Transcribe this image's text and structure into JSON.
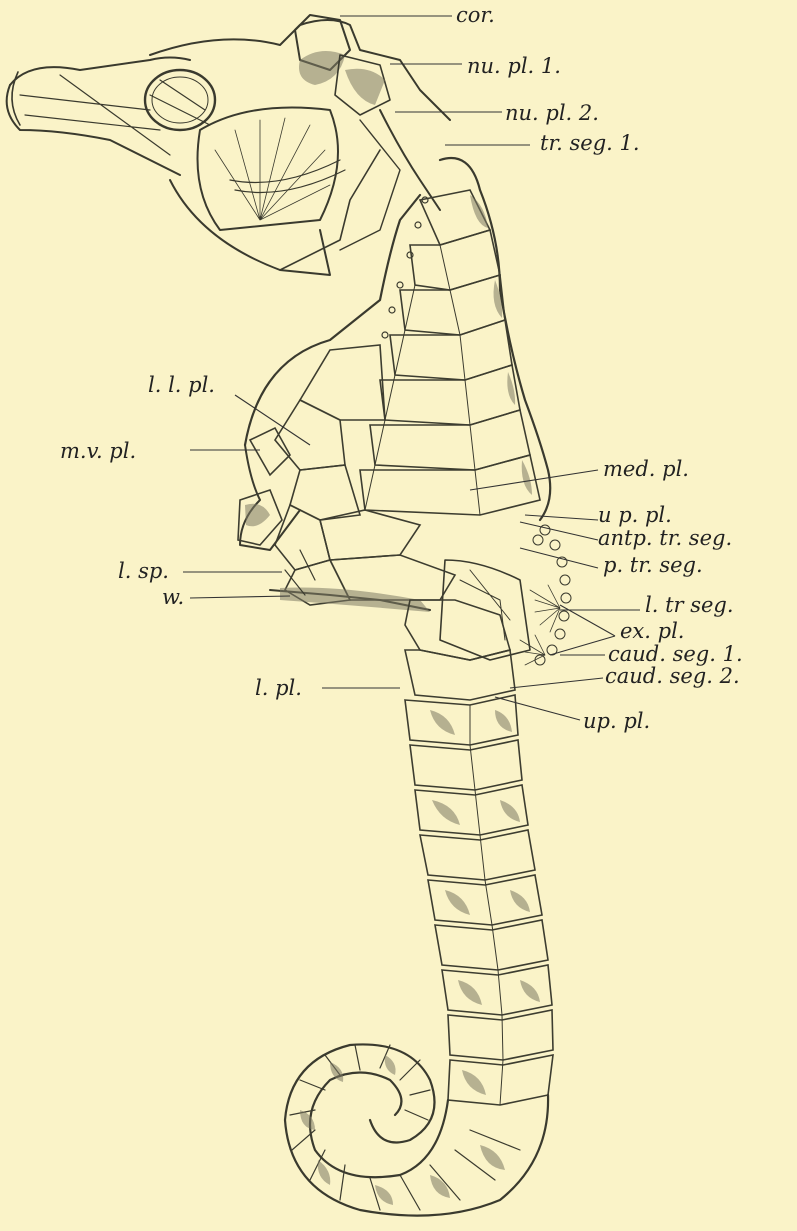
{
  "figure": {
    "labels": {
      "cor": "cor.",
      "nu_pl_1": "nu. pl. 1.",
      "nu_pl_2": "nu. pl. 2.",
      "tr_seg_1": "tr. seg. 1.",
      "l_l_pl": "l. l. pl.",
      "m_v_pl": "m.v. pl.",
      "med_pl": "med. pl.",
      "up_pl_trunk": "u p. pl.",
      "antp_tr_seg": "antp. tr. seg.",
      "p_tr_seg": "p. tr. seg.",
      "l_sp": "l. sp.",
      "w": "w.",
      "l_tr_seg": "l. tr seg.",
      "ex_pl": "ex. pl.",
      "caud_seg_1": "caud. seg. 1.",
      "caud_seg_2": "caud. seg. 2.",
      "l_pl": "l. pl.",
      "up_pl_tail": "up. pl."
    },
    "colors": {
      "background": "#faf3c8",
      "ink": "#3a3a2e",
      "shading": "#7e7a64"
    }
  }
}
